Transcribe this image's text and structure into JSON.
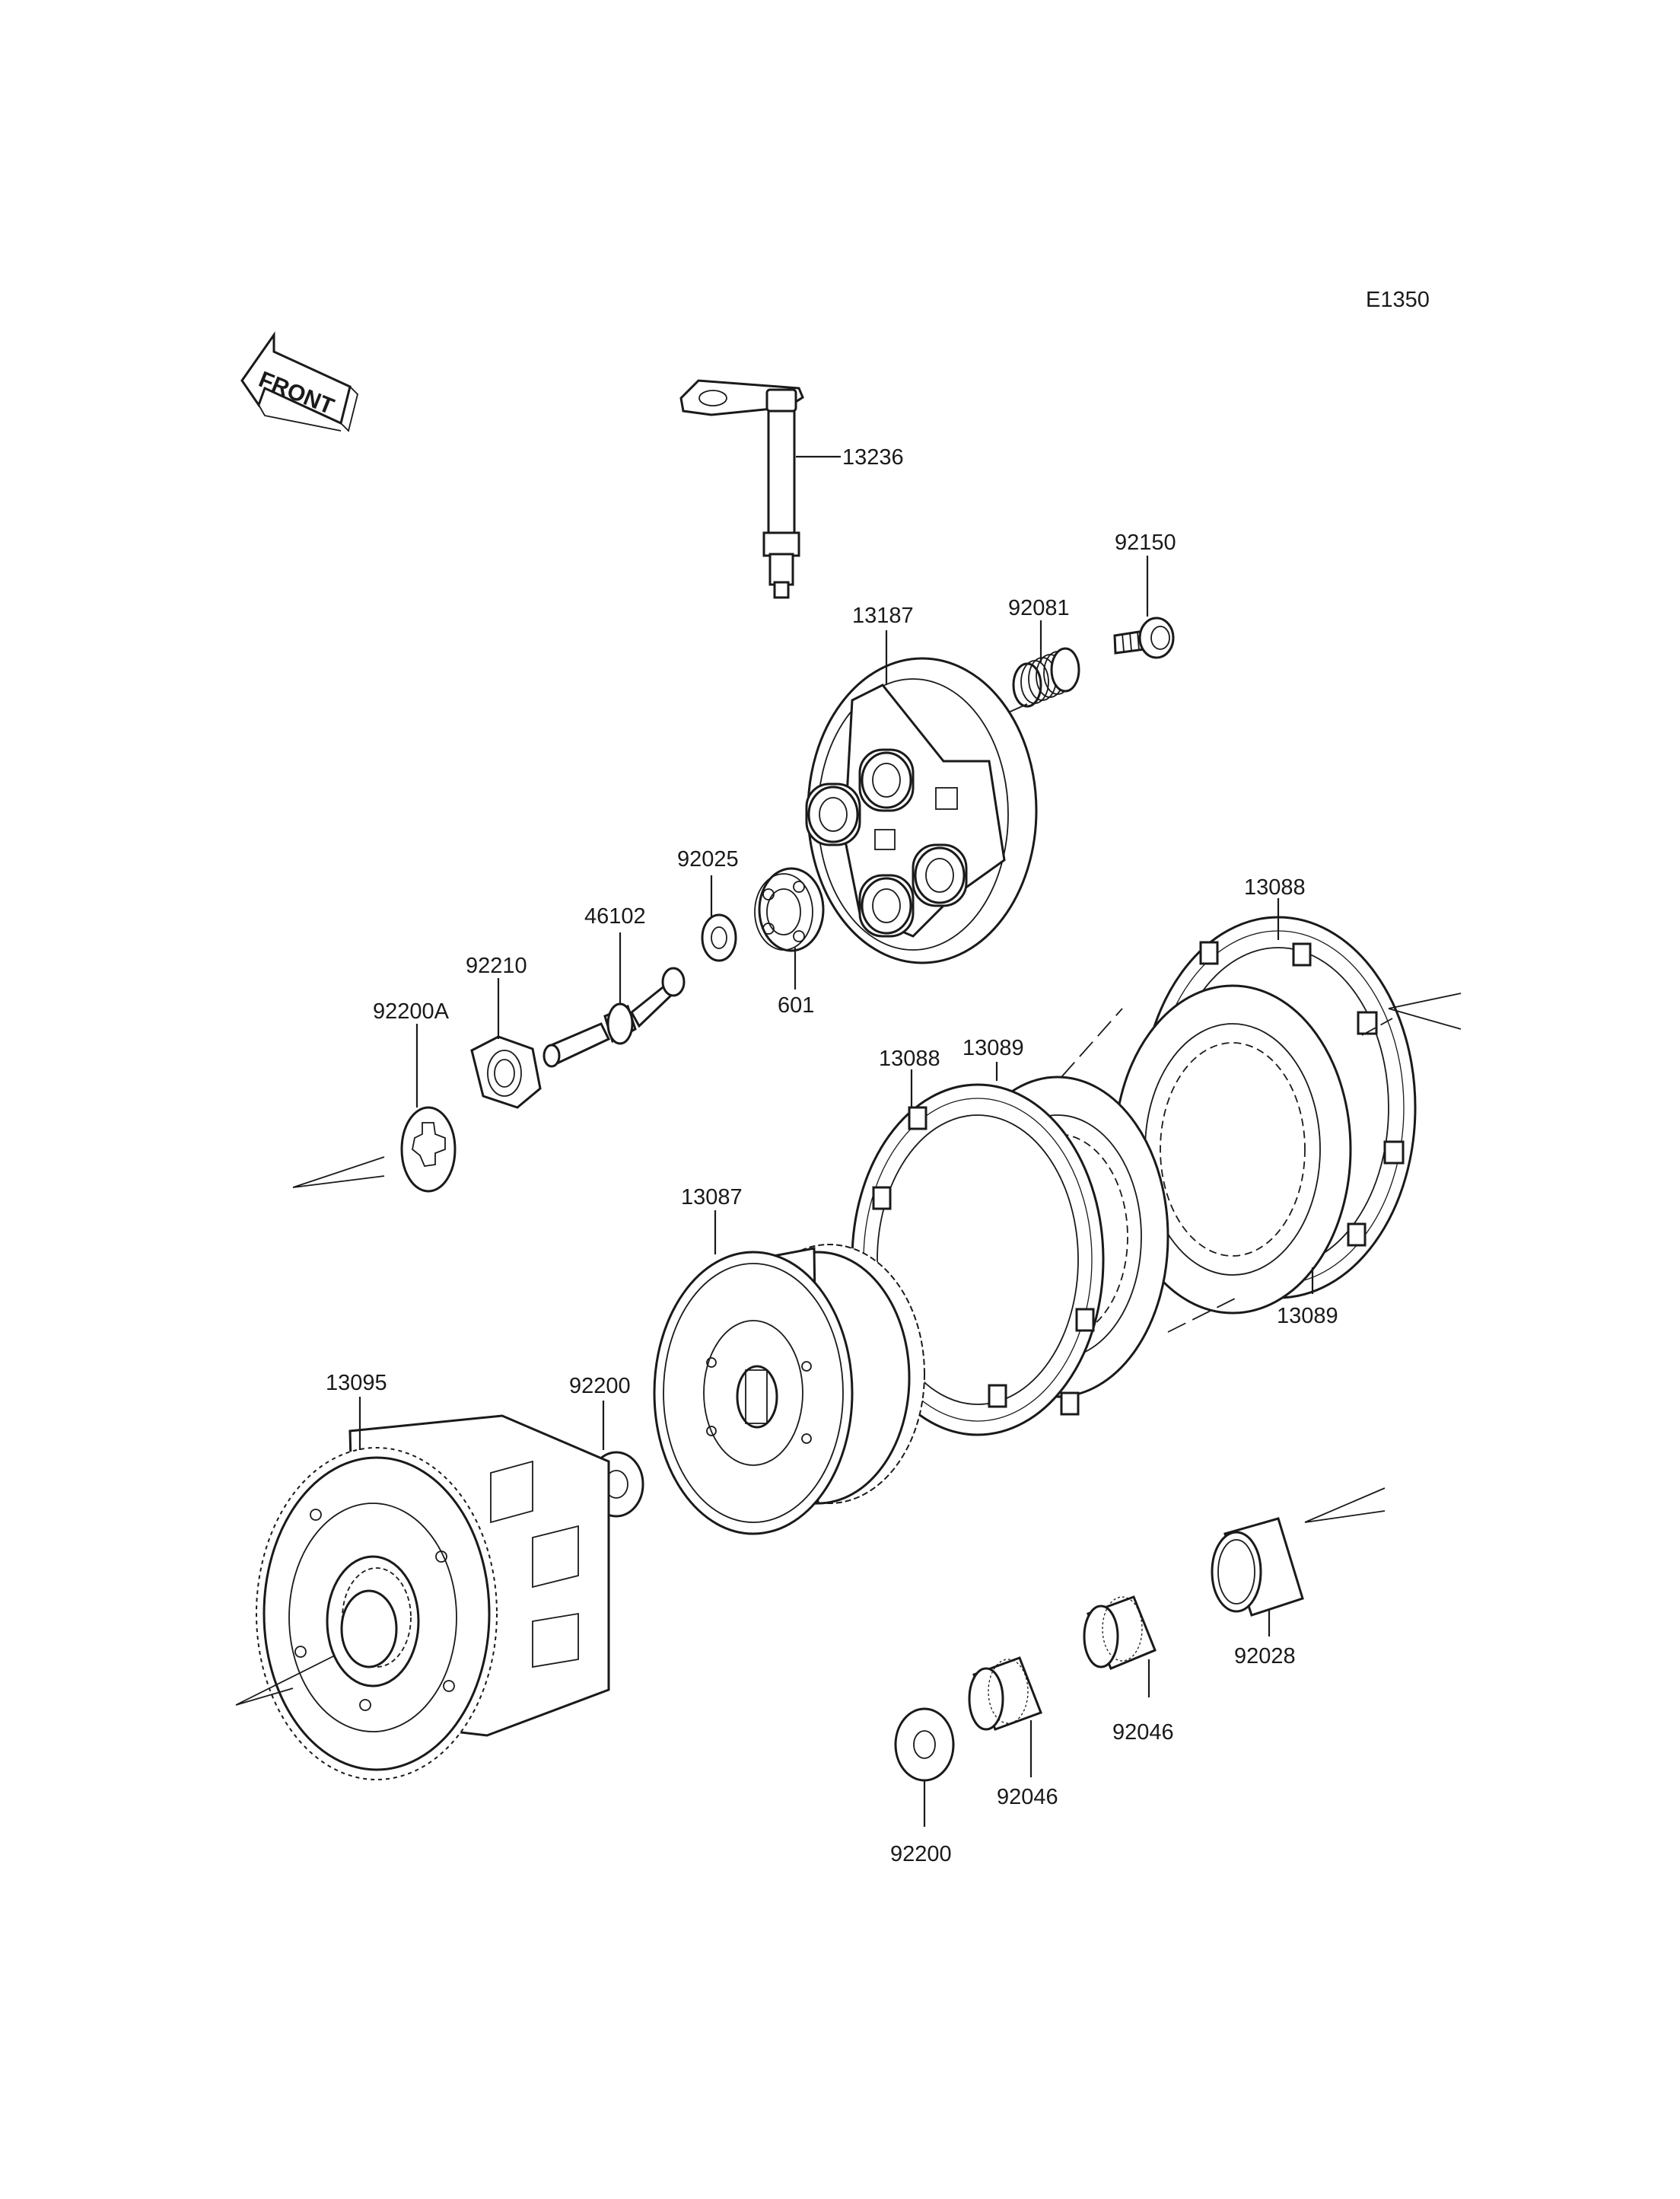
{
  "diagram_code": "E1350",
  "front_label": "FRONT",
  "parts": [
    {
      "id": "13236"
    },
    {
      "id": "92150"
    },
    {
      "id": "92081"
    },
    {
      "id": "13187"
    },
    {
      "id": "92025"
    },
    {
      "id": "46102"
    },
    {
      "id": "92210"
    },
    {
      "id": "601"
    },
    {
      "id": "92200A"
    },
    {
      "id": "13088"
    },
    {
      "id": "13089"
    },
    {
      "id": "13088"
    },
    {
      "id": "13089"
    },
    {
      "id": "13087"
    },
    {
      "id": "13095"
    },
    {
      "id": "92200"
    },
    {
      "id": "92028"
    },
    {
      "id": "92046"
    },
    {
      "id": "92046"
    },
    {
      "id": "92200"
    }
  ]
}
